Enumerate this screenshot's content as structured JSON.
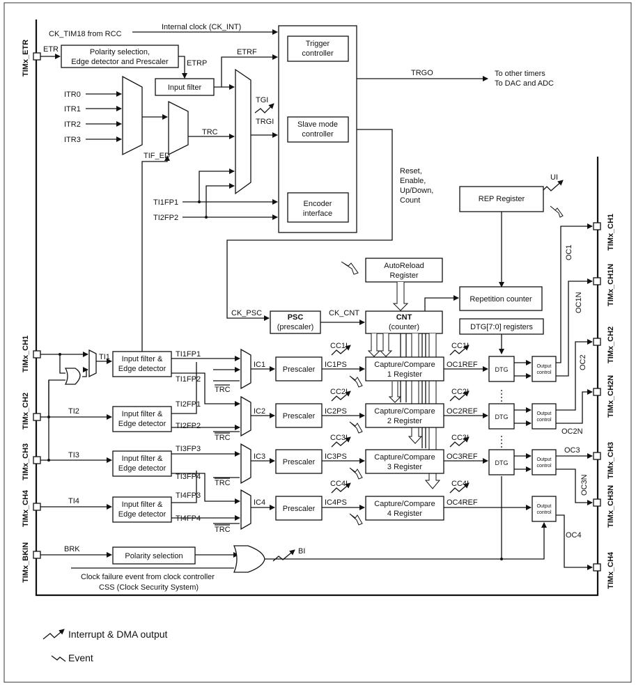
{
  "pins": {
    "etr": "TIMx_ETR",
    "ch1": "TIMx_CH1",
    "ch2": "TIMx_CH2",
    "ch3": "TIMx_CH3",
    "ch4": "TIMx_CH4",
    "bkin": "TIMx_BKIN",
    "out_ch1": "TIMx_CH1",
    "out_ch1n": "TIMx_CH1N",
    "out_ch2": "TIMx_CH2",
    "out_ch2n": "TIMx_CH2N",
    "out_ch3": "TIMx_CH3",
    "out_ch3n": "TIMx_CH3N",
    "out_ch4": "TIMx_CH4"
  },
  "blocks": {
    "polarity_etr": [
      "Polarity selection,",
      "Edge detector and Prescaler"
    ],
    "input_filter": "Input filter",
    "trigger_ctrl": [
      "Trigger",
      "controller"
    ],
    "slave_ctrl": [
      "Slave mode",
      "controller"
    ],
    "encoder": [
      "Encoder",
      "interface"
    ],
    "rep_reg": "REP Register",
    "autoreload": [
      "AutoReload",
      "Register"
    ],
    "rep_counter": "Repetition counter",
    "psc": [
      "PSC",
      "(prescaler)"
    ],
    "cnt": [
      "CNT",
      "(counter)"
    ],
    "dtg_regs": "DTG[7:0] registers",
    "if1": [
      "Input filter &",
      "Edge detector"
    ],
    "if2": [
      "Input filter &",
      "Edge detector"
    ],
    "if3": [
      "Input filter &",
      "Edge detector"
    ],
    "if4": [
      "Input filter &",
      "Edge detector"
    ],
    "presc": "Prescaler",
    "cc1": [
      "Capture/Compare",
      "1 Register"
    ],
    "cc2": [
      "Capture/Compare",
      "2 Register"
    ],
    "cc3": [
      "Capture/Compare",
      "3 Register"
    ],
    "cc4": [
      "Capture/Compare",
      "4 Register"
    ],
    "dtg": "DTG",
    "outctl": [
      "Output",
      "control"
    ],
    "polarity_brk": "Polarity selection"
  },
  "labels": {
    "ck_tim18": "CK_TIM18 from RCC",
    "internal_clock": "Internal clock (CK_INT)",
    "etr": "ETR",
    "etrp": "ETRP",
    "etrf": "ETRF",
    "itr0": "ITR0",
    "itr1": "ITR1",
    "itr2": "ITR2",
    "itr3": "ITR3",
    "trc": "TRC",
    "tgi": "TGI",
    "trgi": "TRGI",
    "tif_ed": "TIF_ED",
    "trgo": "TRGO",
    "to_timers": "To other timers",
    "to_dac": "To DAC and ADC",
    "reset": [
      "Reset,",
      "Enable,",
      "Up/Down,",
      "Count"
    ],
    "ti1fp1": "TI1FP1",
    "ti2fp2": "TI2FP2",
    "ui": "UI",
    "ck_psc": "CK_PSC",
    "ck_cnt": "CK_CNT",
    "ti1": "TI1",
    "ti2": "TI2",
    "ti3": "TI3",
    "ti4": "TI4",
    "r1a": "TI1FP1",
    "r1b": "TI1FP2",
    "r2a": "TI2FP1",
    "r2b": "TI2FP2",
    "r3a": "TI3FP3",
    "r3b": "TI3FP4",
    "r4a": "TI4FP3",
    "r4b": "TI4FP4",
    "ic1": "IC1",
    "ic2": "IC2",
    "ic3": "IC3",
    "ic4": "IC4",
    "ic1ps": "IC1PS",
    "ic2ps": "IC2PS",
    "ic3ps": "IC3PS",
    "ic4ps": "IC4PS",
    "cc1i": "CC1I",
    "cc2i": "CC2I",
    "cc3i": "CC3I",
    "cc4i": "CC4I",
    "oc1ref": "OC1REF",
    "oc2ref": "OC2REF",
    "oc3ref": "OC3REF",
    "oc4ref": "OC4REF",
    "oc1": "OC1",
    "oc1n": "OC1N",
    "oc2": "OC2",
    "oc2n": "OC2N",
    "oc3": "OC3",
    "oc3n": "OC3N",
    "oc4": "OC4",
    "brk": "BRK",
    "bi": "BI",
    "clock_fail": "Clock failure event from clock controller",
    "css": "CSS (Clock Security System)"
  },
  "legend": {
    "interrupt": "Interrupt & DMA output",
    "event": "Event"
  }
}
